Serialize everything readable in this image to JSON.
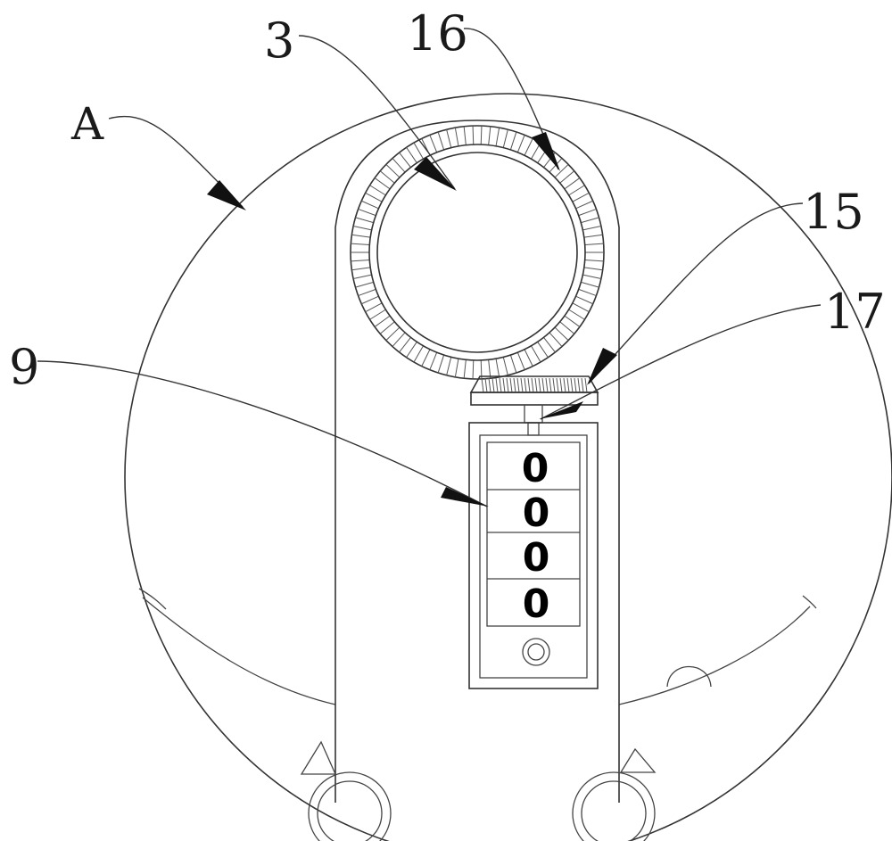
{
  "labels": {
    "detail": "A",
    "part_3": "3",
    "part_16": "16",
    "part_15": "15",
    "part_17": "17",
    "part_9": "9"
  },
  "counter": {
    "digits": [
      "0",
      "0",
      "0",
      "0"
    ]
  },
  "gear": {
    "tooth_count": 90
  }
}
